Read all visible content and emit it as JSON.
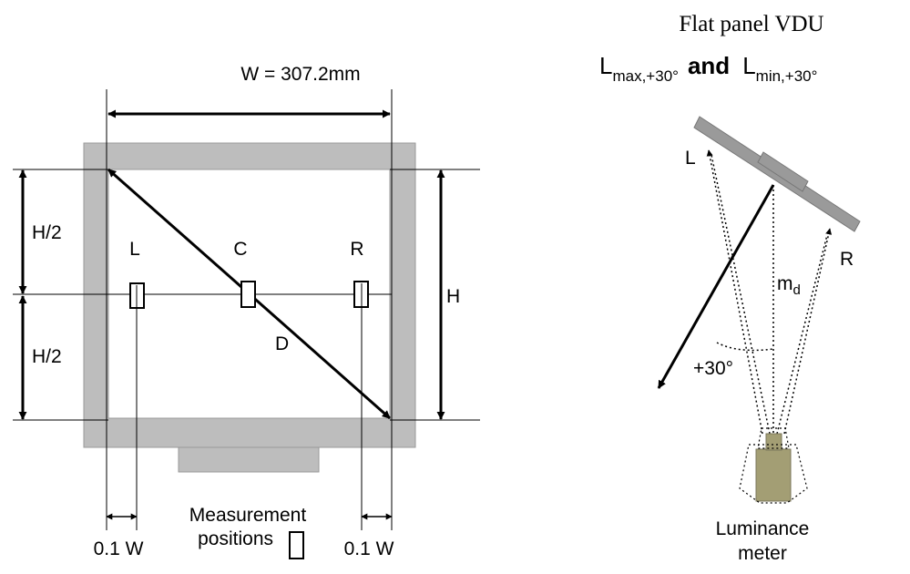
{
  "left_diagram": {
    "width_label": "W = 307.2mm",
    "half_height_top": "H/2",
    "half_height_bottom": "H/2",
    "height_label": "H",
    "position_left": "L",
    "position_center": "C",
    "position_right": "R",
    "diagonal_label": "D",
    "margin_left_label": "0.1 W",
    "margin_right_label": "0.1 W",
    "legend_line1": "Measurement",
    "legend_line2": "positions"
  },
  "right_diagram": {
    "title": "Flat panel VDU",
    "lmax_main": "L",
    "lmax_sub": "max,+30°",
    "and_text": "and",
    "lmin_main": "L",
    "lmin_sub": "min,+30°",
    "point_left": "L",
    "point_right": "R",
    "distance_main": "m",
    "distance_sub": "d",
    "angle_label": "+30°",
    "meter_line1": "Luminance",
    "meter_line2": "meter"
  },
  "colors": {
    "frame_gray": "#bdbdbd",
    "panel_gray": "#9a9a9a",
    "meter_body": "#a39e74",
    "line": "#000000"
  }
}
